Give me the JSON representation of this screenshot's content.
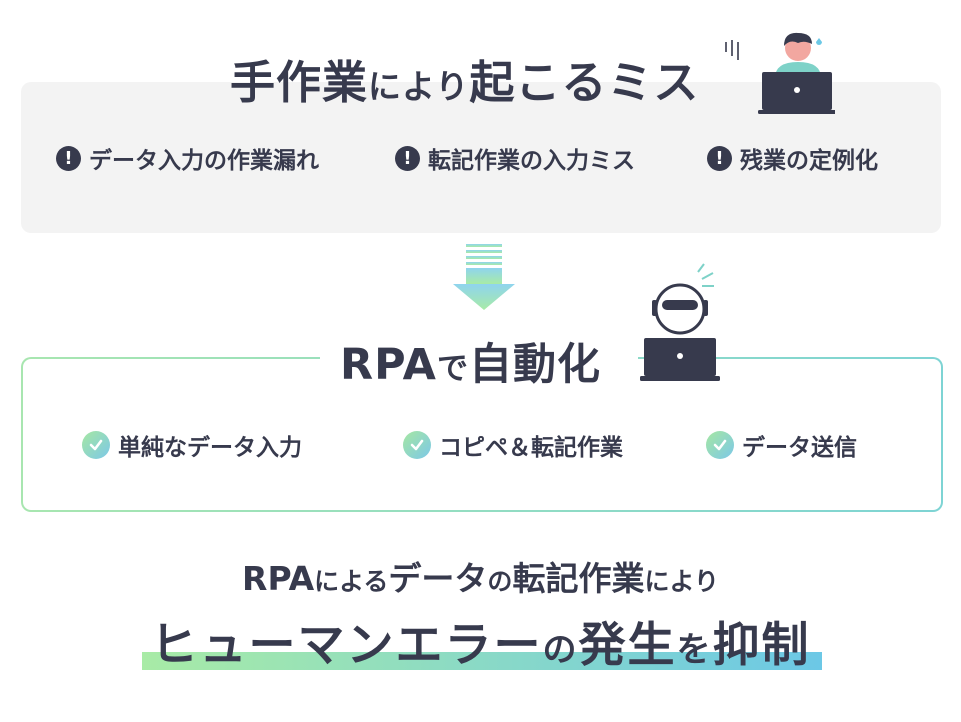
{
  "manual": {
    "title_parts": [
      "手作業",
      "により",
      "起こるミス"
    ],
    "issues": [
      "データ入力の作業漏れ",
      "転記作業の入力ミス",
      "残業の定例化"
    ],
    "issue_icon_glyph": "!"
  },
  "rpa": {
    "title_parts": [
      "RPA",
      "で",
      "自動化"
    ],
    "tasks": [
      "単純なデータ入力",
      "コピペ＆転記作業",
      "データ送信"
    ]
  },
  "summary": {
    "line1_parts": [
      "RPA",
      "による",
      "データ",
      "の",
      "転記作業",
      "により"
    ],
    "line2_parts": [
      "ヒューマンエラー",
      "の",
      "発生",
      "を",
      "抑制"
    ]
  },
  "colors": {
    "text": "#373a4d",
    "panel_gray": "#f3f3f3",
    "gradient_green": "#a8eba6",
    "gradient_blue": "#6cc8e6",
    "person_skin": "#f2a7a0",
    "person_hair": "#373a4d",
    "person_shirt": "#7ed2c8"
  },
  "icons": [
    "person-at-laptop-icon",
    "robot-at-laptop-icon",
    "down-arrow-icon",
    "warning-icon",
    "check-icon"
  ]
}
